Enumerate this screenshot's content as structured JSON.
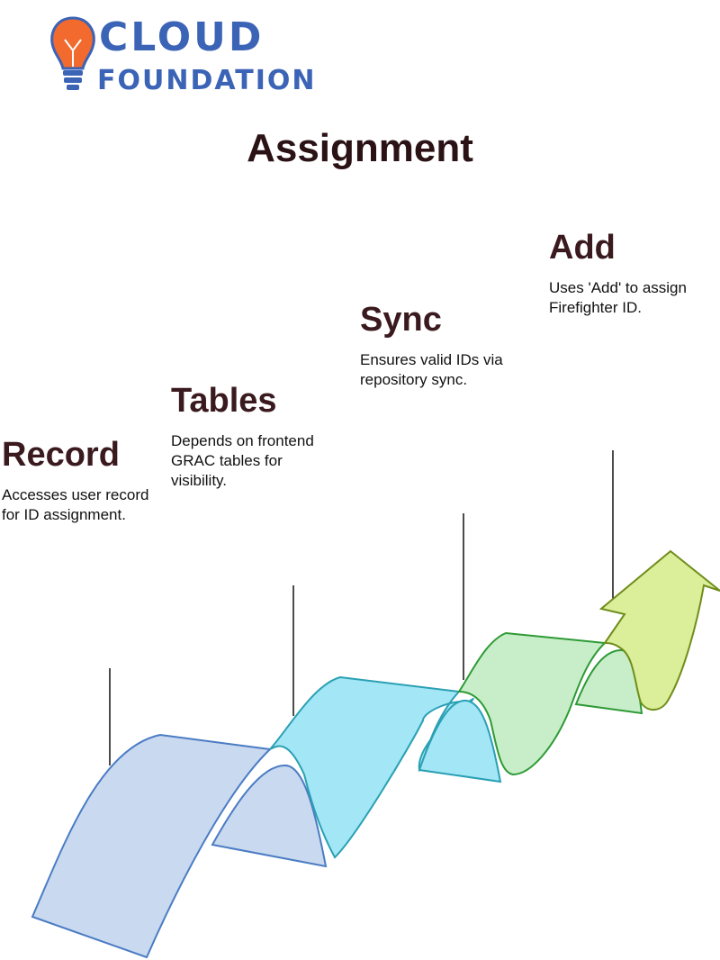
{
  "logo": {
    "line1": "CLOUD",
    "line2": "FOUNDATION",
    "icon": "lightbulb-icon",
    "colors": {
      "text": "#3b63b6",
      "bulb": "#f26a2e"
    }
  },
  "title": "Assignment",
  "steps": [
    {
      "id": "record",
      "title": "Record",
      "description": "Accesses user record for ID assignment.",
      "color": "#c9d9ef",
      "stroke": "#4a7cc4"
    },
    {
      "id": "tables",
      "title": "Tables",
      "description": "Depends on frontend GRAC tables for visibility.",
      "color": "#a3e6f5",
      "stroke": "#2aa0b4"
    },
    {
      "id": "sync",
      "title": "Sync",
      "description": "Ensures valid IDs via repository sync.",
      "color": "#c8eec9",
      "stroke": "#2e9a35"
    },
    {
      "id": "add",
      "title": "Add",
      "description": "Uses 'Add' to assign Firefighter ID.",
      "color": "#dbee9a",
      "stroke": "#6f8d1a"
    }
  ]
}
